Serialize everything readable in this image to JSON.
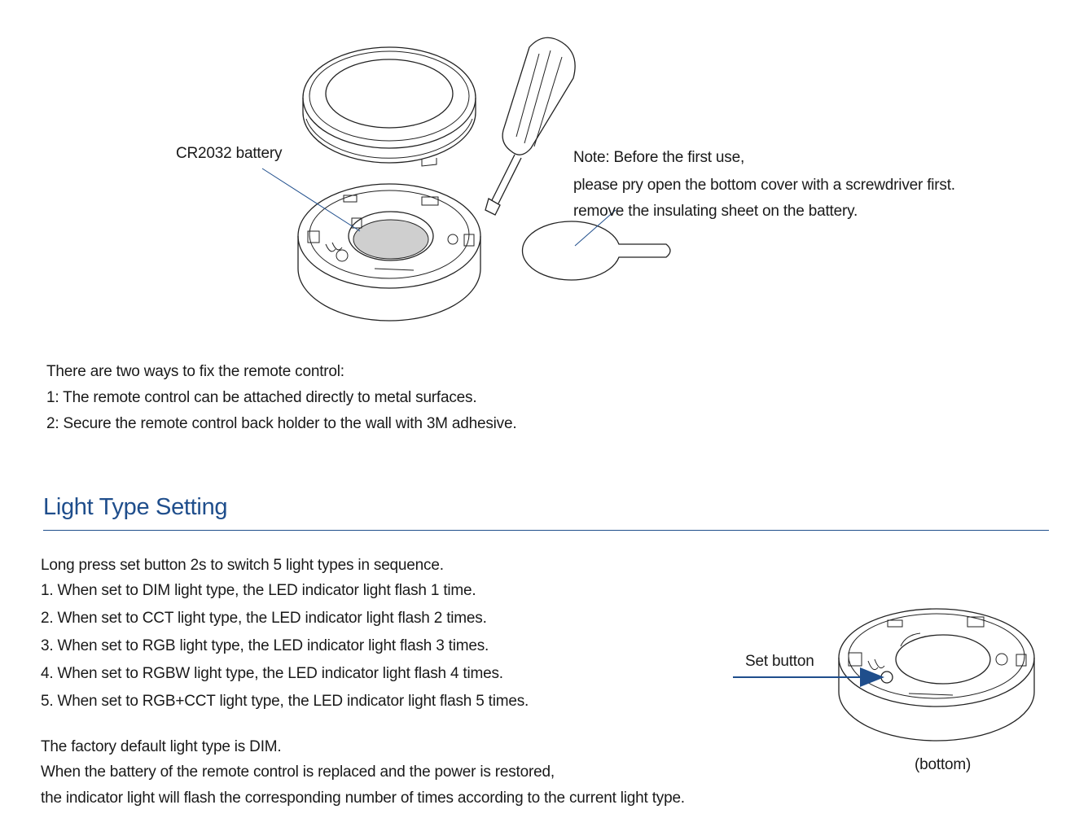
{
  "top_figure": {
    "battery_label": "CR2032 battery",
    "note_lines": [
      "Note: Before the first use,",
      "please pry open the bottom cover with a screwdriver first.",
      "remove the insulating sheet on the battery."
    ]
  },
  "fix_methods": {
    "intro": "There are two ways to fix the remote control:",
    "items": [
      "1: The remote control can be attached directly to metal surfaces.",
      "2: Secure the remote control back holder to the wall with 3M adhesive."
    ]
  },
  "light_type": {
    "title": "Light Type Setting",
    "intro": "Long press set button 2s to switch 5 light types in sequence.",
    "steps": [
      "1. When set to DIM light type, the LED indicator light flash 1 time.",
      "2. When set to CCT light type, the LED indicator light flash 2 times.",
      "3. When set to RGB light type, the LED indicator light flash 3 times.",
      "4. When set to RGBW light type, the LED indicator light flash 4 times.",
      "5. When set to RGB+CCT light type, the LED indicator light flash 5 times."
    ],
    "default_text": "The factory default light type is DIM.",
    "restore_lines": [
      "When the battery of the remote control is replaced and the power is restored,",
      "the indicator light will flash the corresponding number of times according to the current light type."
    ],
    "figure": {
      "set_button_label": "Set button",
      "caption": "(bottom)"
    }
  },
  "colors": {
    "accent": "#1f4e8c",
    "text": "#1a1a1a"
  }
}
